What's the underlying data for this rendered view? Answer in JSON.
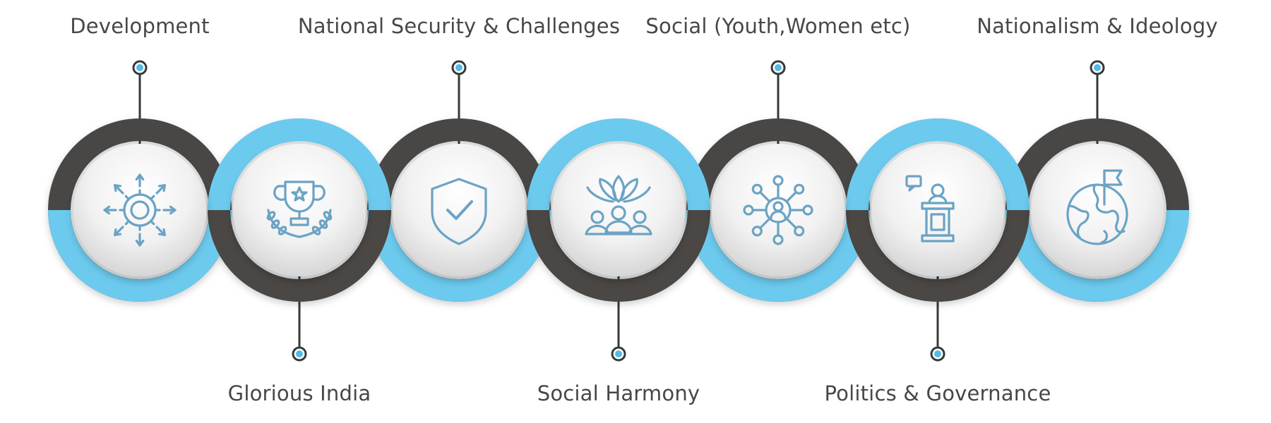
{
  "diagram": {
    "colors": {
      "blue": "#6ccaee",
      "blue_light": "#a6e1f7",
      "dark": "#4a4745",
      "dark_light": "#6d6a68",
      "icon": "#6ba3c4",
      "pin": "#4fbde8",
      "stem": "#383838",
      "label": "#474747"
    },
    "steps": [
      {
        "label": "Development",
        "position": "top",
        "icon": "gear-arrows-icon",
        "ring_color": "dark"
      },
      {
        "label": "Glorious India",
        "position": "bottom",
        "icon": "trophy-laurel-icon",
        "ring_color": "blue"
      },
      {
        "label": "National Security & Challenges",
        "position": "top",
        "icon": "shield-check-icon",
        "ring_color": "dark"
      },
      {
        "label": "Social Harmony",
        "position": "bottom",
        "icon": "lotus-people-icon",
        "ring_color": "blue"
      },
      {
        "label": "Social (Youth,Women etc)",
        "position": "top",
        "icon": "network-user-icon",
        "ring_color": "dark"
      },
      {
        "label": "Politics & Governance",
        "position": "bottom",
        "icon": "podium-speaker-icon",
        "ring_color": "blue"
      },
      {
        "label": "Nationalism & Ideology",
        "position": "top",
        "icon": "globe-flag-icon",
        "ring_color": "dark"
      }
    ]
  }
}
